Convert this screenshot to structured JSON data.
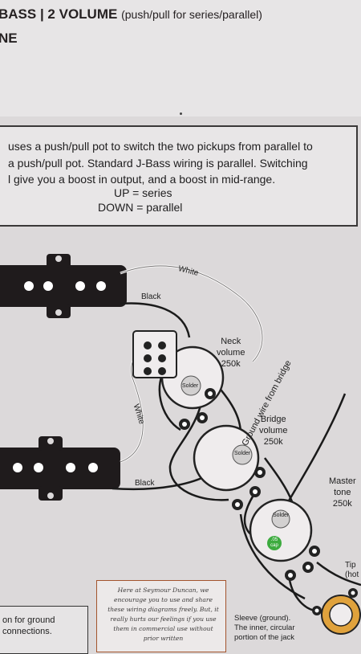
{
  "header": {
    "title_line1": "BASS | 2 VOLUME",
    "title_line1_sub": "(push/pull for series/parallel)",
    "title_line2": "NE"
  },
  "description": {
    "line1": "uses a push/pull pot to switch the two pickups from parallel to",
    "line2": "a push/pull pot.  Standard J-Bass wiring is parallel.  Switching",
    "line3": "l give you a boost in output, and a boost in mid-range.",
    "line4": "UP = series",
    "line5": "DOWN = parallel"
  },
  "diagram": {
    "wire_white_top": "White",
    "wire_black_top": "Black",
    "wire_white_mid": "White",
    "wire_black_bottom": "Black",
    "neck_volume": [
      "Neck",
      "volume",
      "250k"
    ],
    "bridge_volume": [
      "Bridge",
      "volume",
      "250k"
    ],
    "master_tone": [
      "Master",
      "tone",
      "250k"
    ],
    "solder_label": "Solder",
    "cap_label": ".05\ncap",
    "ground_wire": "Ground wire from bridge",
    "tip_label": [
      "Tip",
      "(hot out"
    ],
    "sleeve_label": [
      "Sleeve (ground).",
      "The inner, circular",
      "portion of the jack"
    ]
  },
  "footer": {
    "ground_note": [
      "on for ground",
      "connections."
    ],
    "quote": "Here at Seymour Duncan, we encourage you to use and share these wiring diagrams freely. But, it really hurts our feelings if you use them in commercial use without prior written"
  },
  "colors": {
    "pickup": "#1f1b1c",
    "pot": "#efeced",
    "cap": "#3dab3f",
    "jack_ring": "#e0a23c",
    "quote_border": "#a3542d"
  }
}
